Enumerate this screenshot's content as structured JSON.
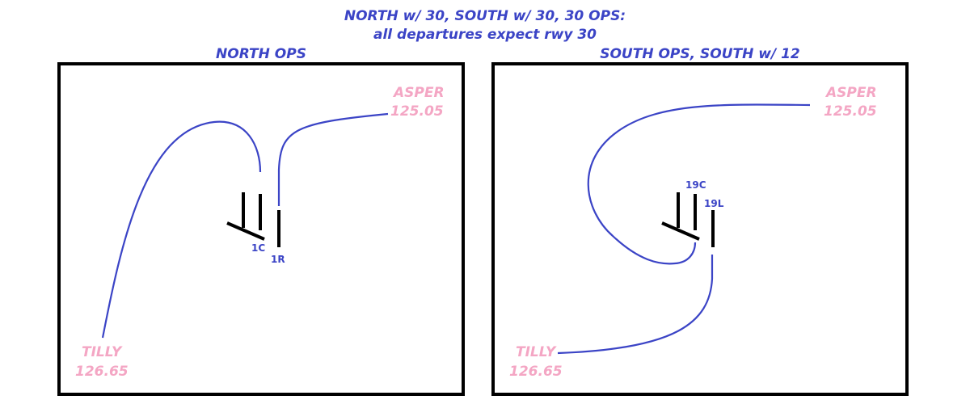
{
  "title": {
    "line1": "NORTH w/ 30, SOUTH w/ 30, 30 OPS:",
    "line2": "all departures expect rwy 30"
  },
  "panels": {
    "north": {
      "heading": "NORTH OPS",
      "asper_name": "ASPER",
      "asper_freq": "125.05",
      "tilly_name": "TILLY",
      "tilly_freq": "126.65",
      "rwy_center": "1C",
      "rwy_right": "1R"
    },
    "south": {
      "heading": "SOUTH OPS, SOUTH w/ 12",
      "asper_name": "ASPER",
      "asper_freq": "125.05",
      "tilly_name": "TILLY",
      "tilly_freq": "126.65",
      "rwy_center": "19C",
      "rwy_left": "19L"
    }
  },
  "colors": {
    "route": "#3b44c6",
    "fix": "#f4a6c4",
    "runway": "#000000",
    "frame": "#000000",
    "heading": "#3b44c6"
  }
}
